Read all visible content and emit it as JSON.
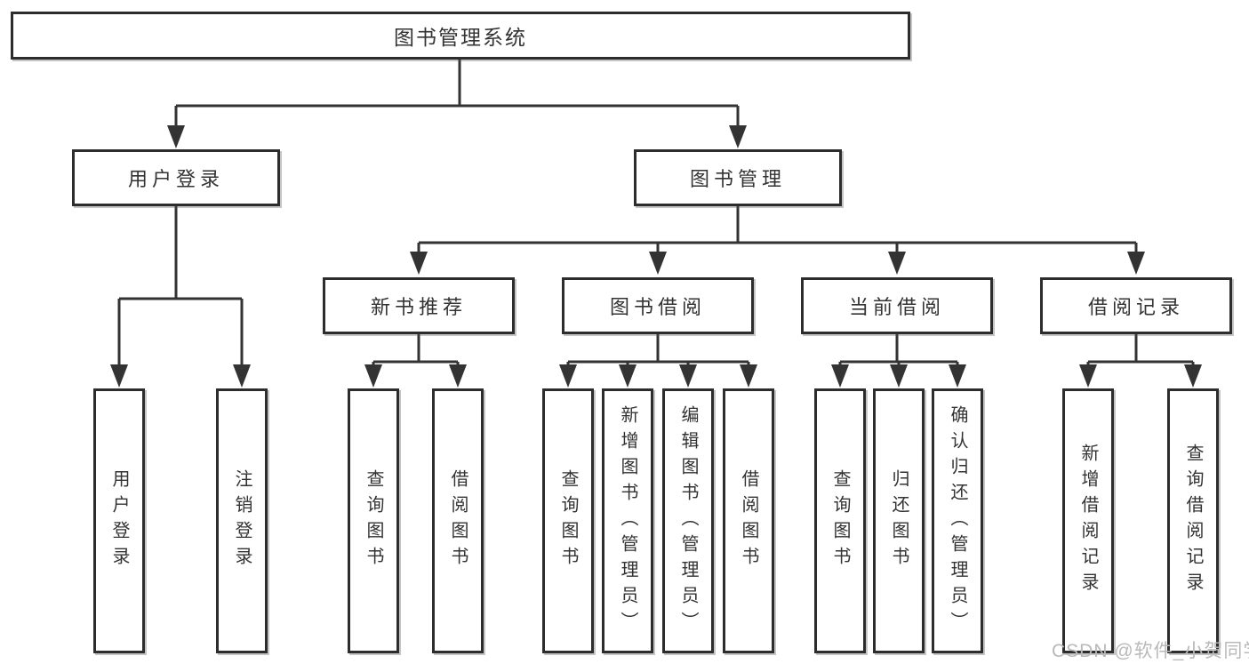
{
  "diagram": {
    "root": "图书管理系统",
    "children": [
      {
        "label": "用户登录",
        "children": [
          "用户登录",
          "注销登录"
        ]
      },
      {
        "label": "图书管理",
        "children": [
          {
            "label": "新书推荐",
            "children": [
              "查询图书",
              "借阅图书"
            ]
          },
          {
            "label": "图书借阅",
            "children": [
              "查询图书",
              "新增图书（管理员）",
              "编辑图书（管理员）",
              "借阅图书"
            ]
          },
          {
            "label": "当前借阅",
            "children": [
              "查询图书",
              "归还图书",
              "确认归还（管理员）"
            ]
          },
          {
            "label": "借阅记录",
            "children": [
              "新增借阅记录",
              "查询借阅记录"
            ]
          }
        ]
      }
    ]
  },
  "watermark": "CSDN @软件_小贺同学",
  "colors": {
    "line": "#333333",
    "box_border": "#2d2d2d",
    "text": "#333333",
    "watermark": "#b9b9b9",
    "background": "#ffffff"
  }
}
